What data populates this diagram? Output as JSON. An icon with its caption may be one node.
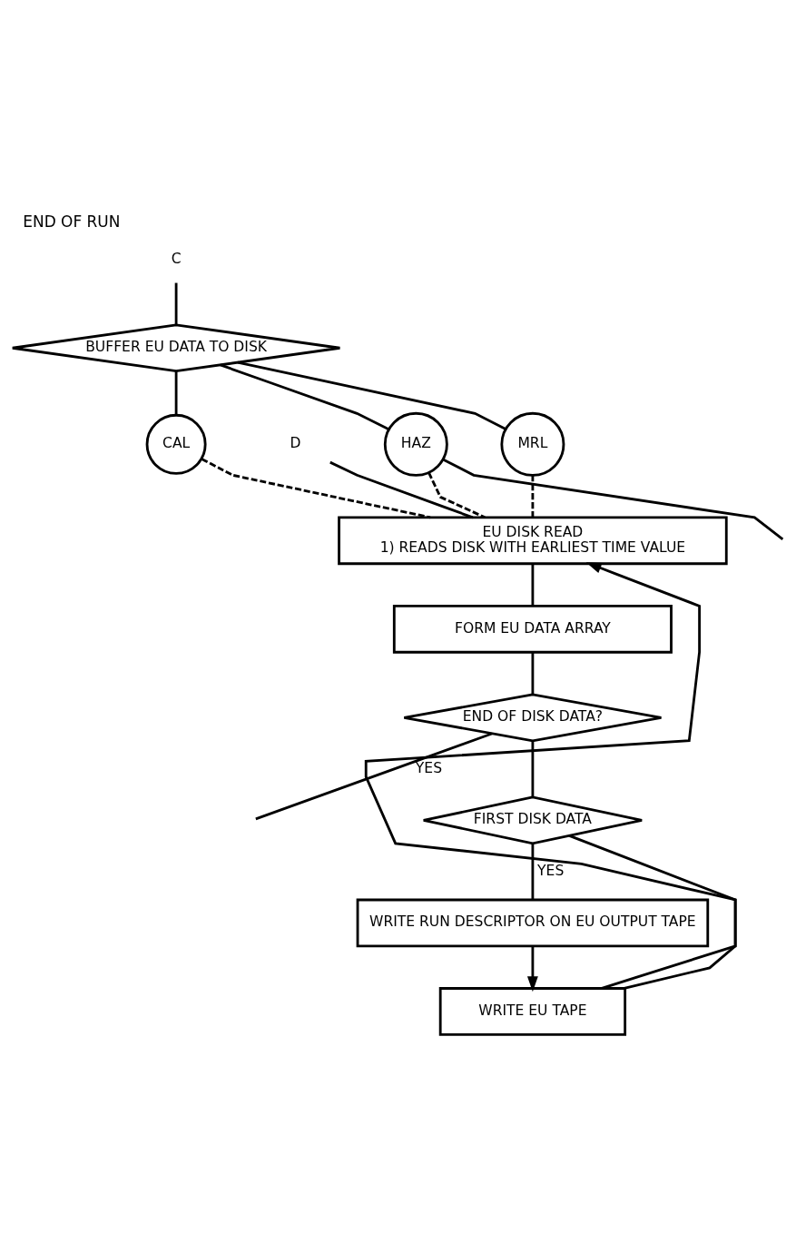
{
  "diagram": {
    "title": "END OF RUN",
    "nodes": [
      {
        "text": [
          "D"
        ]
      },
      {
        "text": [
          "C"
        ]
      },
      {
        "text": [
          "BUFFER EU DATA TO DISK"
        ]
      },
      {
        "text": [
          "CAL"
        ]
      },
      {
        "text": [
          "HAZ"
        ]
      },
      {
        "text": [
          "MRL"
        ]
      },
      {
        "text": [
          "EU DISK READ",
          "1) READS DISK WITH EARLIEST TIME VALUE"
        ]
      },
      {
        "text": [
          "FORM EU DATA ARRAY"
        ]
      },
      {
        "text": [
          "END OF DISK DATA?"
        ]
      },
      {
        "text": [
          "FIRST DISK DATA"
        ]
      },
      {
        "text": [
          "WRITE RUN DESCRIPTOR ON EU OUTPUT TAPE"
        ]
      },
      {
        "text": [
          "WRITE EU TAPE"
        ]
      }
    ],
    "edges": [
      {
        "from": 1,
        "to": 2,
        "arrow": "none"
      },
      {
        "from": 2,
        "to": 3,
        "arrow": "none"
      },
      {
        "from": 2,
        "to": 4,
        "arrow": "none"
      },
      {
        "from": 2,
        "to": 5,
        "arrow": "none"
      },
      {
        "from": 3,
        "to": 6,
        "arrow": "none",
        "style": "dashed"
      },
      {
        "from": 4,
        "to": 6,
        "arrow": "none",
        "style": "dashed"
      },
      {
        "from": 5,
        "to": 6,
        "arrow": "none",
        "style": "dashed"
      },
      {
        "from": 4,
        "to": null,
        "arrow": "none"
      },
      {
        "from": 0,
        "to": 6,
        "arrow": "none"
      },
      {
        "from": 11,
        "to": 6,
        "arrow": "to"
      },
      {
        "from": 6,
        "to": 7,
        "arrow": "none"
      },
      {
        "from": 7,
        "to": 8,
        "arrow": "none"
      },
      {
        "from": 8,
        "to": null,
        "label": "YES",
        "arrow": "none"
      },
      {
        "from": 8,
        "to": 9,
        "arrow": "none"
      },
      {
        "from": 9,
        "to": 10,
        "label": "YES",
        "arrow": "none"
      },
      {
        "from": 10,
        "to": 11,
        "arrow": "to"
      },
      {
        "from": 9,
        "to": 11,
        "arrow": "none"
      }
    ]
  }
}
